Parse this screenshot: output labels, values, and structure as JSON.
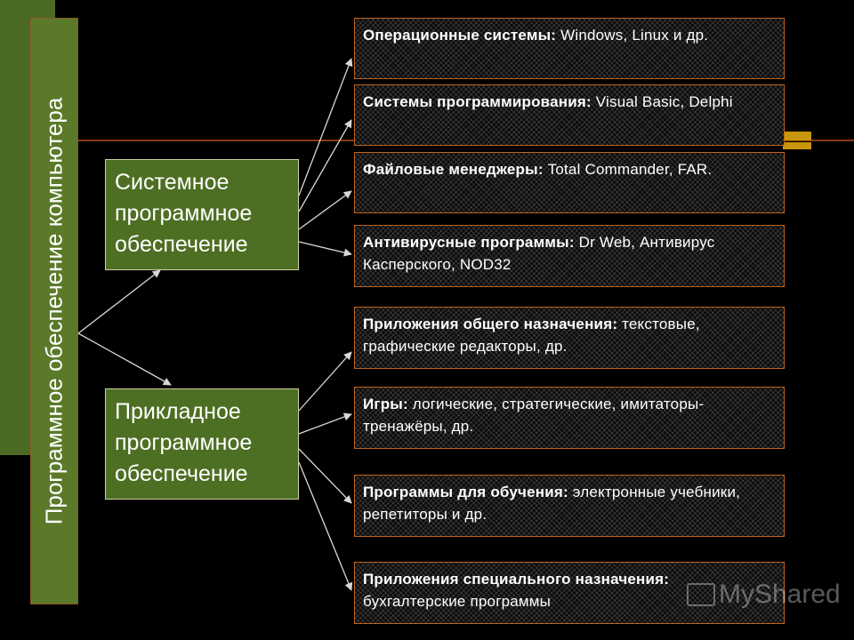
{
  "vertical_title": "Программное обеспечение компьютера",
  "categories": [
    {
      "label": "Системное программное обеспечение"
    },
    {
      "label": "Прикладное программное обеспечение"
    }
  ],
  "items": [
    {
      "term": "Операционные системы:",
      "text": " Windows, Linux и др."
    },
    {
      "term": "Системы программирования:",
      "text": " Visual Basic, Delphi"
    },
    {
      "term": "Файловые менеджеры:",
      "text": " Total Commander, FAR."
    },
    {
      "term": "Антивирусные программы:",
      "text": " Dr Web, Антивирус Касперского, NOD32"
    },
    {
      "term": "Приложения общего назначения:",
      "text": " текстовые, графические редакторы, др."
    },
    {
      "term": "Игры:",
      "text": " логические, стратегические, имитаторы-тренажёры, др."
    },
    {
      "term": "Программы для обучения:",
      "text": " электронные учебники, репетиторы и др."
    },
    {
      "term": "Приложения специального назначения:",
      "text": " бухгалтерские программы"
    }
  ],
  "watermark": "MyShared",
  "colors": {
    "background": "#000000",
    "category_fill": "#4d6f23",
    "box_border": "#c0641c",
    "accent_gold": "#c8960a"
  }
}
